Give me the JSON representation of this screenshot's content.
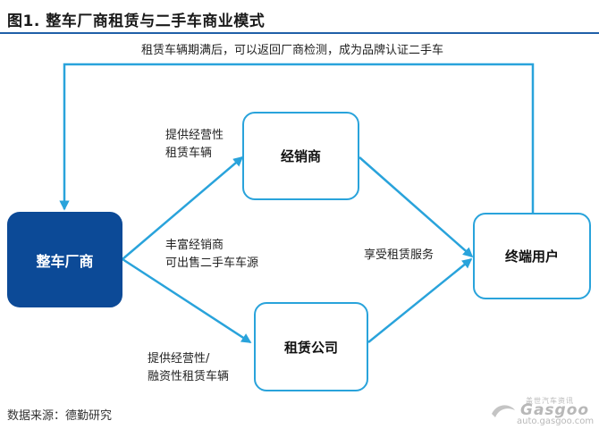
{
  "title": "图1. 整车厂商租赁与二手车商业模式",
  "nodes": {
    "manufacturer": "整车厂商",
    "dealer": "经销商",
    "leasing_company": "租赁公司",
    "end_user": "终端用户"
  },
  "edge_labels": {
    "loop": "租赁车辆期满后，可以返回厂商检测，成为品牌认证二手车",
    "to_dealer": [
      "提供经营性",
      "租赁车辆"
    ],
    "middle": [
      "丰富经销商",
      "可出售二手车车源"
    ],
    "to_leasing": [
      "提供经营性/",
      "融资性租赁车辆"
    ],
    "to_user": "享受租赁服务"
  },
  "source": "数据来源：德勤研究",
  "watermark": {
    "small": "盖世汽车资讯",
    "logo": "Gasgoo",
    "url": "auto.gasgoo.com"
  },
  "colors": {
    "accent": "#29a3db",
    "node_fill": "#0c4a97",
    "title_rule": "#1f5fa8"
  }
}
